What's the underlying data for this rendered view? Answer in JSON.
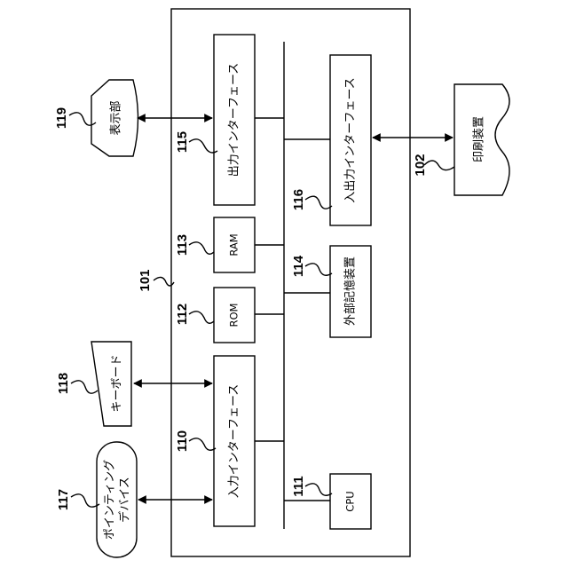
{
  "refs": {
    "r101": "101",
    "r102": "102",
    "r110": "110",
    "r111": "111",
    "r112": "112",
    "r113": "113",
    "r114": "114",
    "r115": "115",
    "r116": "116",
    "r117": "117",
    "r118": "118",
    "r119": "119"
  },
  "labels": {
    "output_interface": "出力インターフェース",
    "io_interface": "入出力インターフェース",
    "ram": "RAM",
    "rom": "ROM",
    "external_storage": "外部記憶装置",
    "input_interface": "入力インターフェース",
    "cpu": "CPU",
    "display": "表示部",
    "printer": "印刷装置",
    "keyboard": "キーボード",
    "pointing_device_line1": "ポインティング",
    "pointing_device_line2": "デバイス"
  }
}
